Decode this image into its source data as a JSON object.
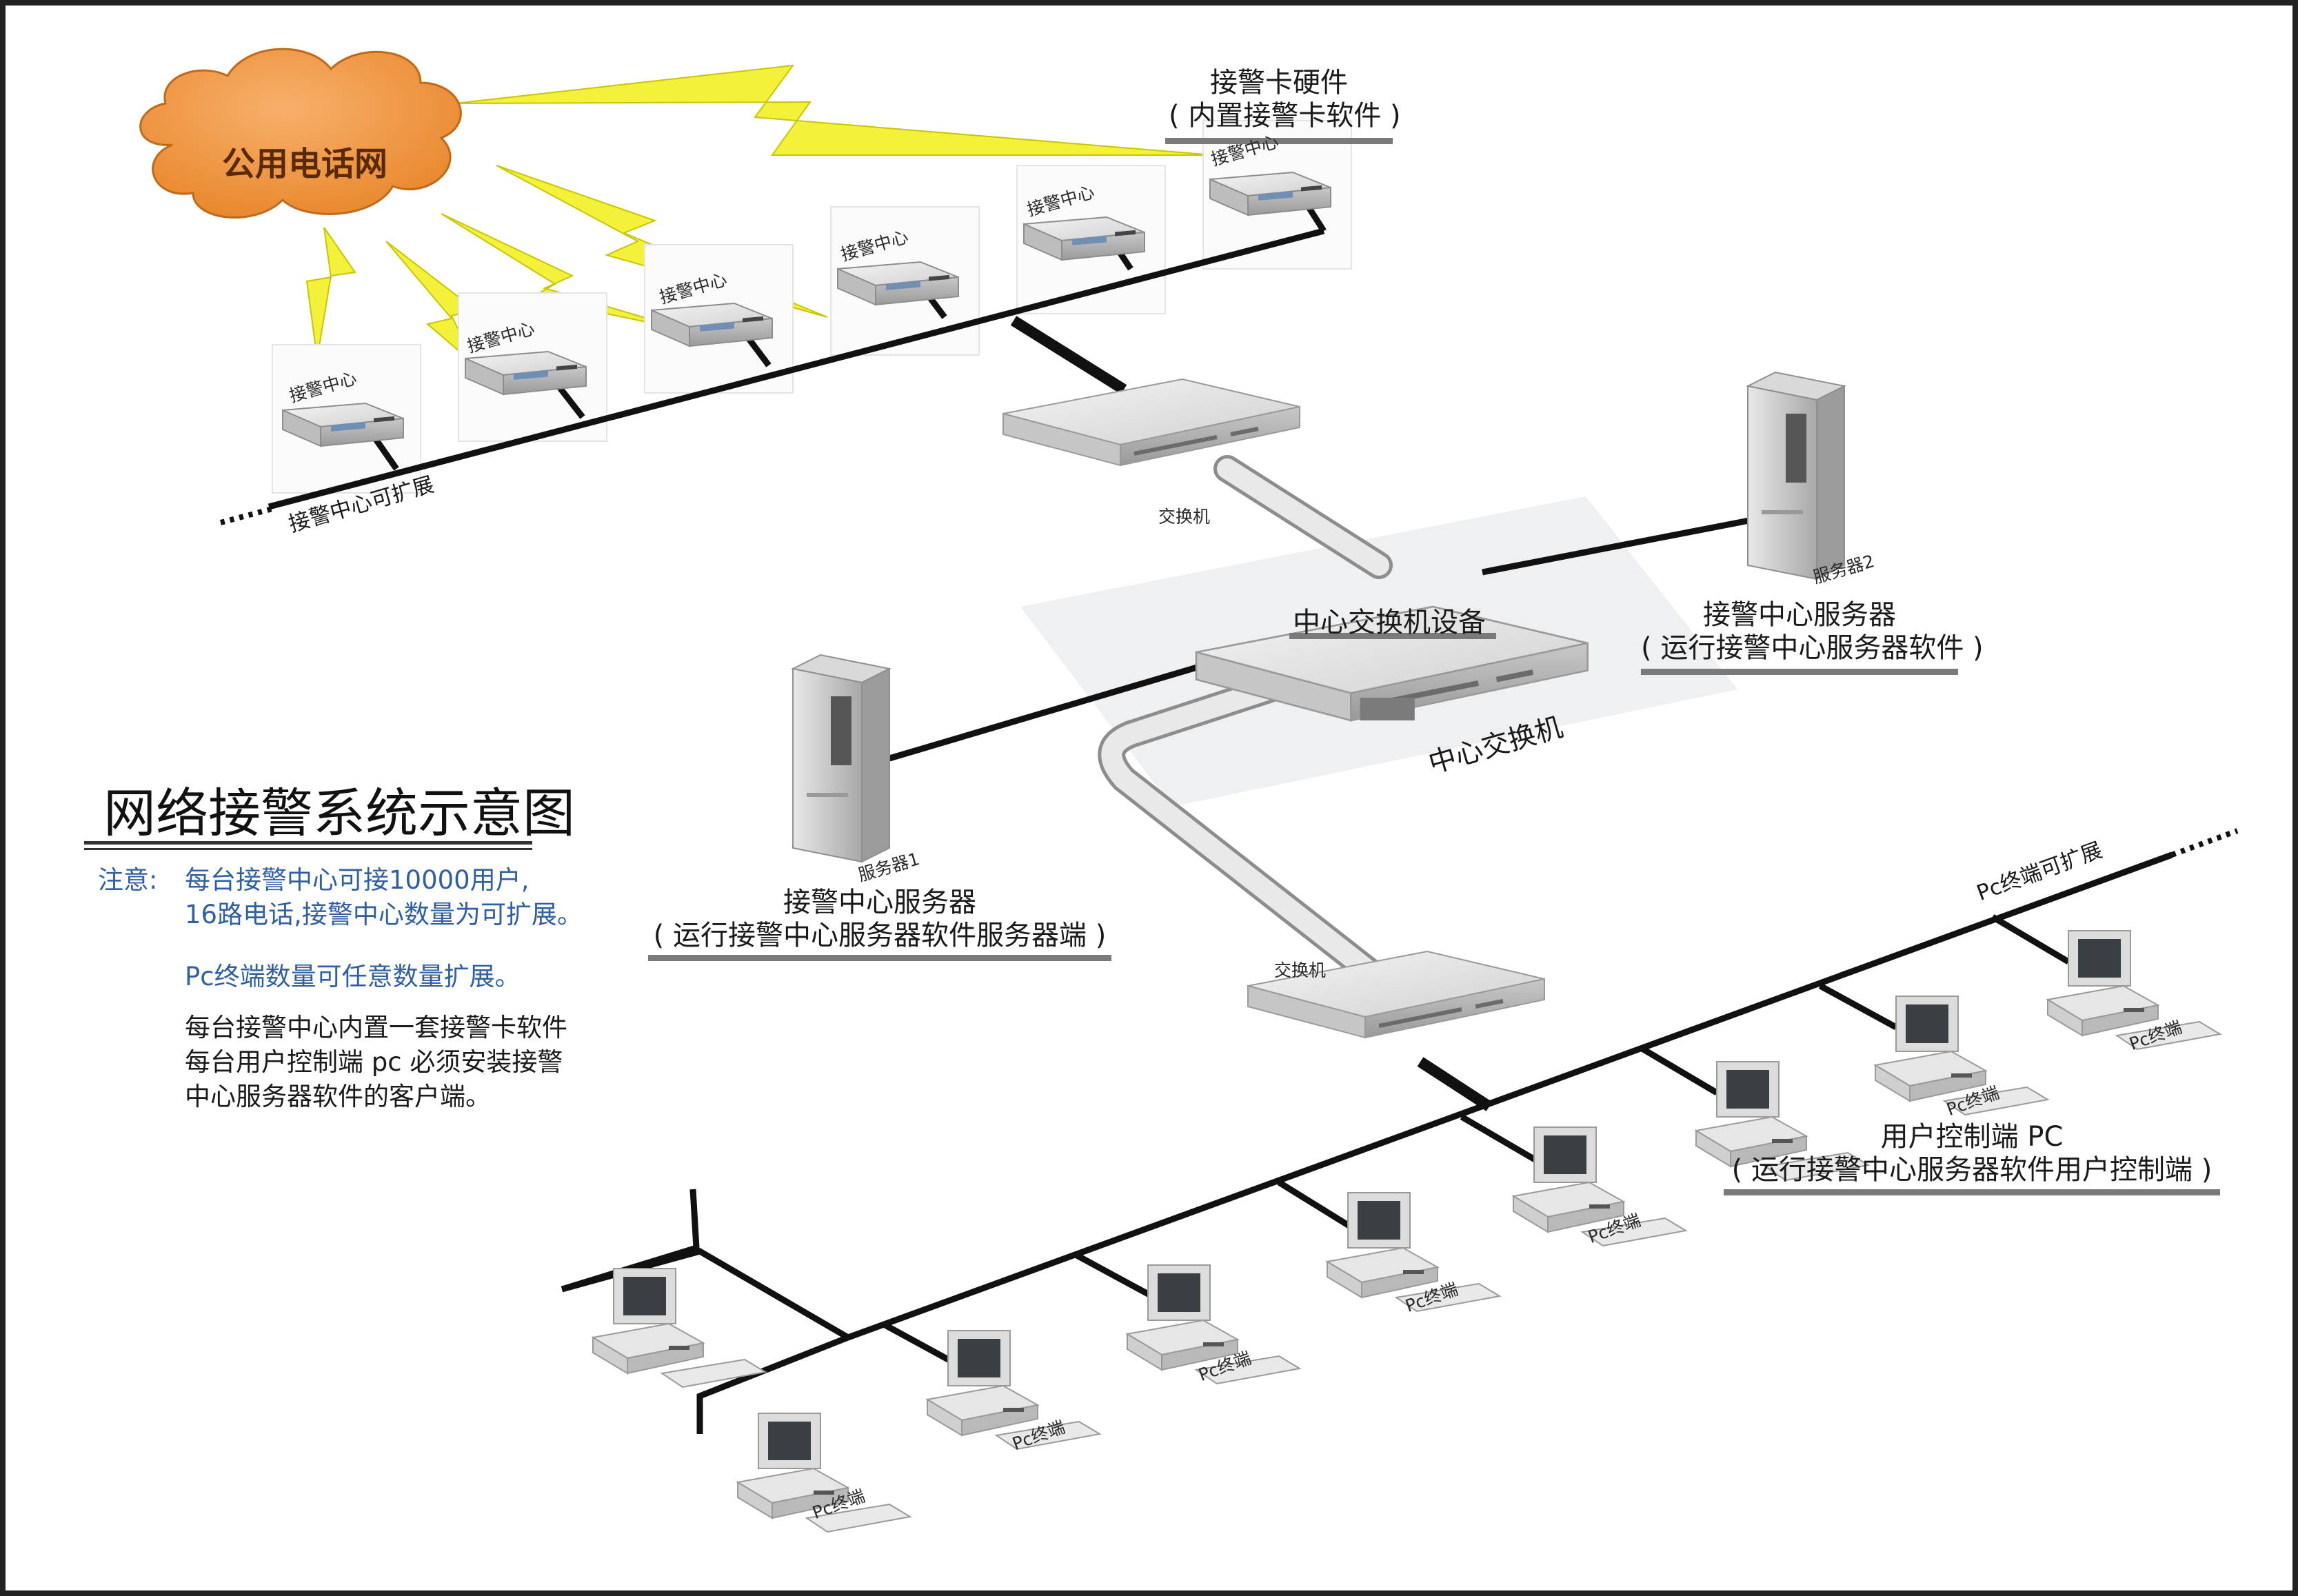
{
  "diagram": {
    "title": "网络接警系统示意图",
    "cloud_label": "公用电话网",
    "alarm_card_caption": [
      "接警卡硬件",
      "( 内置接警卡软件 )"
    ],
    "alarm_center_label": "接警中心",
    "alarm_center_expand": "接警中心可扩展",
    "switch_label": "交换机",
    "central_device_caption": "中心交换机设备",
    "central_switch_label": "中心交换机",
    "server1_label": "服务器1",
    "server1_caption": [
      "接警中心服务器",
      "( 运行接警中心服务器软件服务器端 )"
    ],
    "server2_label": "服务器2",
    "server2_caption": [
      "接警中心服务器",
      "( 运行接警中心服务器软件 )"
    ],
    "pc_label": "Pc终端",
    "pc_expand": "Pc终端可扩展",
    "user_pc_caption": [
      "用户控制端 PC",
      "( 运行接警中心服务器软件用户控制端 )"
    ],
    "notes": {
      "prefix": "注意:",
      "line1": "每台接警中心可接10000用户,",
      "line2": "16路电话,接警中心数量为可扩展。",
      "line3": "Pc终端数量可任意数量扩展。",
      "line4": "每台接警中心内置一套接警卡软件",
      "line5": "每台用户控制端 pc 必须安装接警",
      "line6": "中心服务器软件的客户端。"
    }
  },
  "colors": {
    "cloud": "#f0943c",
    "lightning": "#f4f13a",
    "line": "#111111",
    "note_blue": "#2f5fa6",
    "underline": "#7a7a7a"
  }
}
